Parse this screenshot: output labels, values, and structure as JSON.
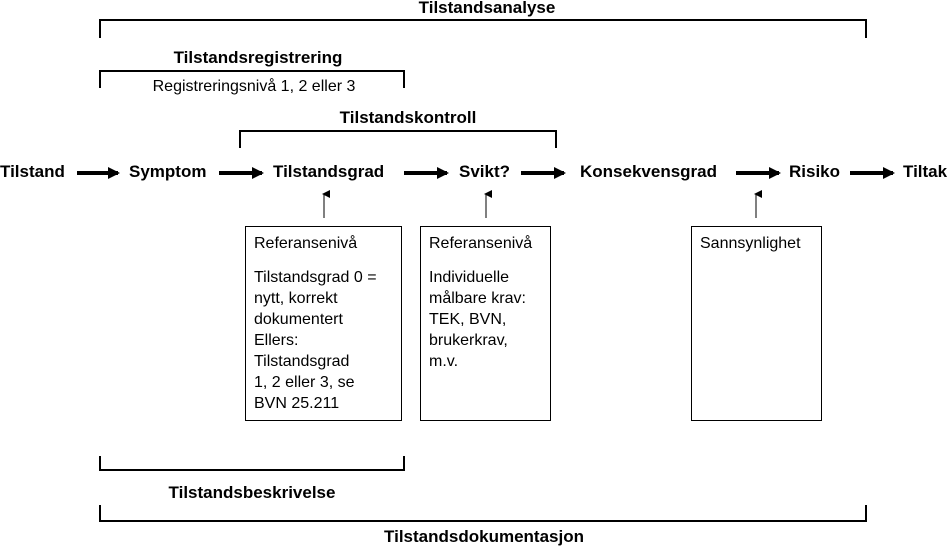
{
  "brackets": {
    "tilstandsanalyse": "Tilstandsanalyse",
    "tilstandsregistrering": "Tilstandsregistrering",
    "registreringsniva": "Registreringsnivå 1, 2 eller 3",
    "tilstandskontroll": "Tilstandskontroll",
    "tilstandsbeskrivelse": "Tilstandsbeskrivelse",
    "tilstandsdokumentasjon": "Tilstandsdokumentasjon"
  },
  "flow": {
    "tilstand": "Tilstand",
    "symptom": "Symptom",
    "tilstandsgrad": "Tilstandsgrad",
    "svikt": "Svikt?",
    "konsekvensgrad": "Konsekvensgrad",
    "risiko": "Risiko",
    "tiltak": "Tiltak"
  },
  "boxes": {
    "box1": {
      "title": "Referansenivå",
      "lines": [
        "Tilstandsgrad 0 =",
        "nytt, korrekt",
        "dokumentert",
        "Ellers:",
        "Tilstandsgrad",
        "1, 2 eller 3, se",
        "BVN 25.211"
      ]
    },
    "box2": {
      "title": "Referansenivå",
      "lines": [
        "Individuelle",
        "målbare krav:",
        "TEK, BVN,",
        "brukerkrav,",
        "m.v."
      ]
    },
    "box3": {
      "title": "Sannsynlighet",
      "lines": []
    }
  }
}
